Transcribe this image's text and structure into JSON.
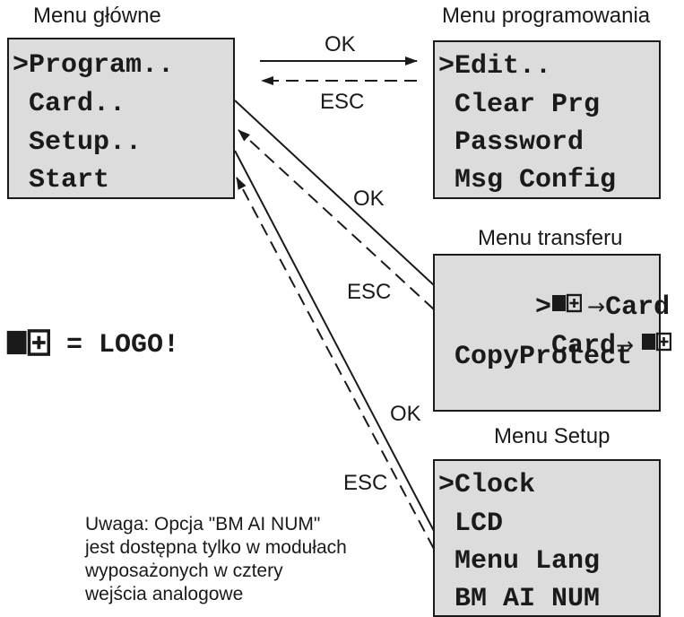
{
  "titles": {
    "main": "Menu główne",
    "program": "Menu programowania",
    "transfer": "Menu transferu",
    "setup": "Menu Setup"
  },
  "main_menu": {
    "items": [
      ">Program..",
      " Card..",
      " Setup..",
      " Start"
    ]
  },
  "program_menu": {
    "items": [
      ">Edit..",
      " Clear Prg",
      " Password",
      " Msg Config"
    ]
  },
  "transfer_menu": {
    "row1_prefix": ">",
    "row1_arrow": "→",
    "row1_suffix": "Card",
    "row2_prefix": "Card",
    "row2_arrow": "→ ",
    "row3": "CopyProtect"
  },
  "setup_menu": {
    "items": [
      ">Clock",
      " LCD",
      " Menu Lang",
      " BM AI NUM"
    ]
  },
  "arrow_labels": {
    "ok_program": "OK",
    "esc_program": "ESC",
    "ok_transfer": "OK",
    "esc_transfer": "ESC",
    "ok_setup": "OK",
    "esc_setup": "ESC"
  },
  "legend": {
    "equals": "= LOGO!",
    "icon": "logo-module-icon"
  },
  "note": {
    "lines": [
      "Uwaga: Opcja \"BM AI NUM\"",
      "jest dostępna tylko w modułach",
      "wyposażonych w cztery",
      "wejścia analogowe"
    ]
  },
  "colors": {
    "box_fill": "#dcdcdc",
    "ink": "#1a1a1a"
  }
}
